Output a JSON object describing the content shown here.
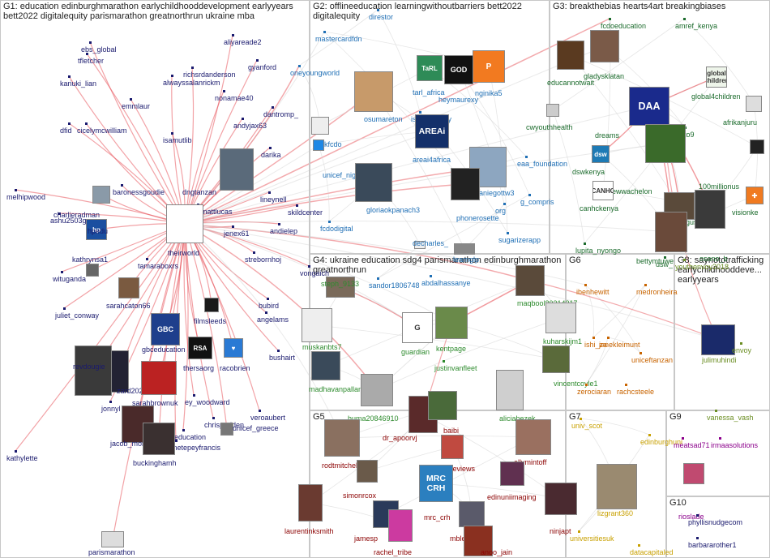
{
  "colors": {
    "g1": "#1a1a6e",
    "g2": "#1f6fb5",
    "g3": "#1b6b2c",
    "g4": "#2e8b2e",
    "g5": "#8b0000",
    "g6": "#c86400",
    "g7": "#c8a000",
    "g8": "#6b8e23",
    "g9": "#8b008b",
    "g10": "#1a1a6e",
    "edge_g1": "#e8555c",
    "edge_light": "#d5d5d5"
  },
  "groups": {
    "g1": "G1: education edinburghmarathon earlychildhooddevelopment earlyyears bett2022 digitalequity parismarathon greatnorthrun ukraine mba",
    "g2": "G2: offlineeducation learningwithoutbarriers bett2022 digitalequity",
    "g3": "G3: breakthebias hearts4art breakingbiases",
    "g4": "G4: ukraine education sdg4 parismarathon edinburghmarathon greatnorthrun",
    "g5": "G5",
    "g6": "G6",
    "g7": "G7",
    "g8": "G8: saynototrafficking earlychildhooddeve... earlyyears",
    "g9": "G9",
    "g10": "G10"
  },
  "nodes": {
    "g1": [
      "ebs_global",
      "tfletcher",
      "kariuki_lian",
      "richsrdanderson",
      "alwayssalanrickm",
      "aliyareade2",
      "gyanford",
      "emmlaur",
      "nonamae40",
      "dantromp_",
      "andyjax63",
      "dfid",
      "cicelymcwilliam",
      "isamutlib",
      "darika",
      "dngtanzan",
      "baronessgoudie",
      "melhipwood",
      "lineynell",
      "realmattlucas",
      "charlieradman",
      "ashu2503g",
      "skildcenter",
      "hpedu",
      "jenex61",
      "andielep",
      "theirworld",
      "kathrynsa1",
      "tamaraboxrs",
      "strebornhoj",
      "wituganda",
      "vongaich",
      "sarahcaton66",
      "juliet_conway",
      "bubird",
      "filmsleeds",
      "angelams",
      "gbceducation",
      "thersaorg",
      "racobrien",
      "bushairt",
      "revdougie",
      "zard2022",
      "sarahbrownuk",
      "ey_woodward",
      "jonnyl",
      "chrispadden",
      "veroaubert",
      "jacob_moreton",
      "education",
      "ametepeyfrancis",
      "unicef_greece",
      "buckinghamh",
      "kathylette",
      "parismarathon"
    ],
    "g2": [
      "direstor",
      "mastercardfdn",
      "oneyoungworld",
      "tarl_africa",
      "heymaurexy",
      "nginika5",
      "osumareton",
      "iscommunity",
      "ukfcdo",
      "areai4africa",
      "unicef_nigeria",
      "eaa_foundation",
      "stephaniegottw3",
      "gloriaokpanach3",
      "g_compris",
      "phonerosette",
      "org",
      "sugarizerapp",
      "fcdodigital",
      "decharles_",
      "learnglp",
      "sandor1806748",
      "abdalhassanye"
    ],
    "g3": [
      "fcdoeducation",
      "amref_kenya",
      "gladysklatan",
      "educannotwait",
      "global4children",
      "afrikanjuru",
      "cwyouthhealth",
      "dreams",
      "guto9",
      "dswkenya",
      "andrewwachelon",
      "100millionus",
      "canhckenya",
      "ngusale",
      "lupita_nyongo",
      "bettymtuwe",
      "osano_b",
      "visionke",
      "dsw_"
    ],
    "g4": [
      "steph_9133",
      "maqbool80314317",
      "muskanbts7",
      "guardian",
      "kentpage",
      "kuharskijm1",
      "justinvanfleet",
      "madhavanpallan",
      "vincentcoyle1",
      "huma20846910",
      "aliciabezek"
    ],
    "g5": [
      "rodtmitchell",
      "dr_apoorvj",
      "baibi",
      "supreviews",
      "allymintoff",
      "simonrcox",
      "edinuniimaging",
      "mrc_crh",
      "laurentinksmith",
      "ninjapt",
      "jamesp",
      "mblesan",
      "rachel_tribe",
      "anoo_jain"
    ],
    "g6": [
      "ibenhewitt",
      "medronheira",
      "ishi_za",
      "janekleimunt",
      "uniceftanzan",
      "zerociaran",
      "rachcsteele"
    ],
    "g7": [
      "univ_scot",
      "edinburghuni",
      "lizgrant360",
      "universitiesuk",
      "datacapitaled"
    ],
    "g8": [
      "youthenvoy2018",
      "julimuhindi",
      "envoy",
      "vanessa_vash"
    ],
    "g9": [
      "meatsad71",
      "irmaasolutions",
      "rioslade"
    ],
    "g10": [
      "phyllisnudgecom",
      "barbararother1"
    ]
  }
}
